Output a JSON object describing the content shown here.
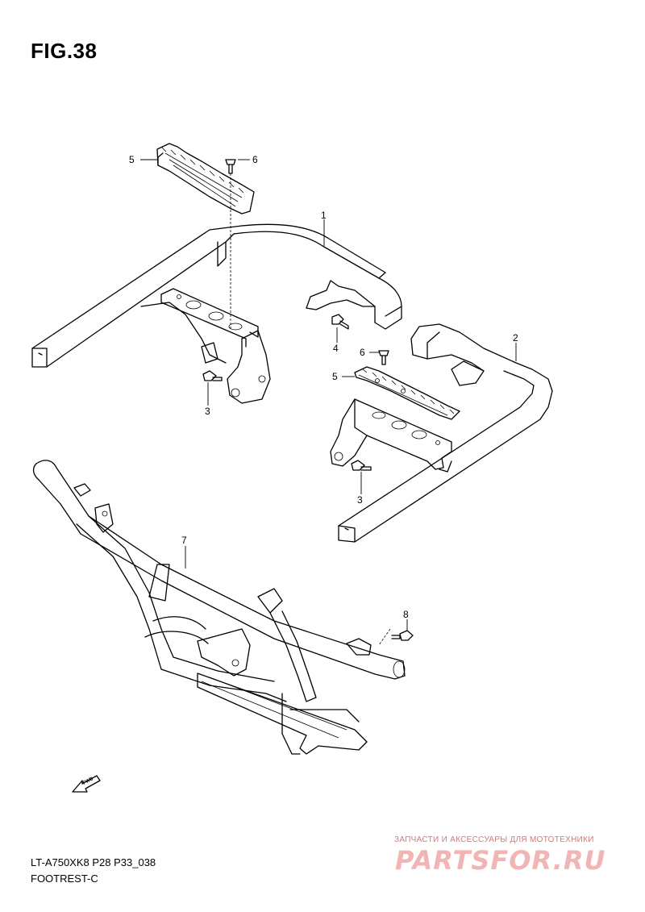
{
  "figure": {
    "title": "FIG.38"
  },
  "callouts": [
    {
      "id": "c5a",
      "text": "5"
    },
    {
      "id": "c6a",
      "text": "6"
    },
    {
      "id": "c1",
      "text": "1"
    },
    {
      "id": "c4",
      "text": "4"
    },
    {
      "id": "c3a",
      "text": "3"
    },
    {
      "id": "c2",
      "text": "2"
    },
    {
      "id": "c6b",
      "text": "6"
    },
    {
      "id": "c5b",
      "text": "5"
    },
    {
      "id": "c3b",
      "text": "3"
    },
    {
      "id": "c7",
      "text": "7"
    },
    {
      "id": "c8",
      "text": "8"
    }
  ],
  "direction_marker": {
    "text": "FWD",
    "icon": "fwd-arrow-icon"
  },
  "footer": {
    "model_code": "LT-A750XK8 P28 P33_038",
    "section_name": "FOOTREST-C"
  },
  "watermark": {
    "caption": "ЗАПЧАСТИ И АКСЕССУАРЫ ДЛЯ МОТОТЕХНИКИ",
    "logo": "PARTSFOR.RU",
    "color": "#f2b5b5"
  }
}
